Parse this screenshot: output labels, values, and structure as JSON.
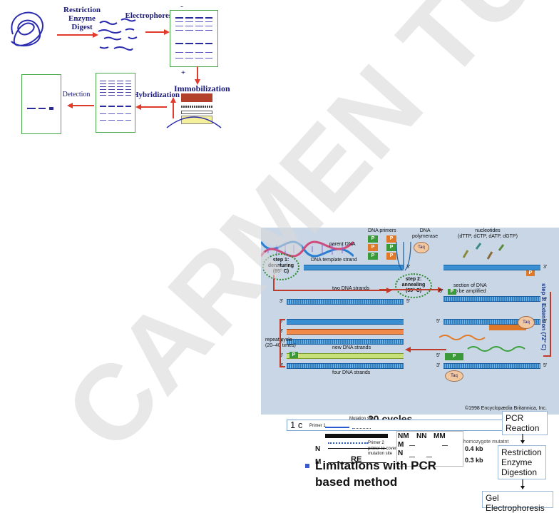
{
  "southern": {
    "restriction": "Restriction\nEnzyme\nDigest",
    "electrophoresis": "Electrophoresis",
    "gel_minus": "-",
    "gel_plus": "+",
    "immobilization": "Immobilization",
    "hybridization": "Hybridization",
    "detection": "Detection"
  },
  "watermark": {
    "text": "CARMEN TU",
    "color": "#d8d8d8"
  },
  "pcr": {
    "dna_primers": "DNA primers",
    "dna_polymerase": "DNA\npolymerase",
    "taq": "Taq",
    "nucleotides": "nucleotides\n(dTTP, dCTP, dATP, dGTP)",
    "parent_dna": "parent DNA",
    "template_strand": "DNA template strand",
    "step1": "step 1:\ndenaturing\n(95° C)",
    "step2": "step 2:\nannealing\n(55° C)",
    "step3": "step 3: Extension (72° C)",
    "two_strands": "two DNA strands",
    "section": "section of DNA\nto be amplified",
    "repeat": "repeat cycle\n(20–40 times)",
    "new_strands": "new DNA strands",
    "four_strands": "four DNA strands",
    "primer_letter": "P",
    "copyright": "©1998 Encyclopædia Britannica, Inc.",
    "end3": "3'",
    "end5": "5'"
  },
  "bottom": {
    "cycles_text": "20 cycles",
    "one_c": "1 c",
    "mutation_site": "Mutation site",
    "primer1": "Primer 1",
    "primer2": "Primer 2",
    "primer_cover": "primer to cover\nmutation site",
    "re": "RE",
    "n": "N",
    "m": "M",
    "gel_cols": [
      "NM",
      "NN",
      "MM"
    ],
    "homozygote": "homozygote mutatnt",
    "kb04": "0.4 kb",
    "kb03": "0.3 kb",
    "bullet_text": "Limitations with PCR\nbased method",
    "flow": [
      "PCR\nReaction",
      "Restriction\nEnzyme\nDigestion",
      "Gel\nElectrophoresis"
    ]
  }
}
